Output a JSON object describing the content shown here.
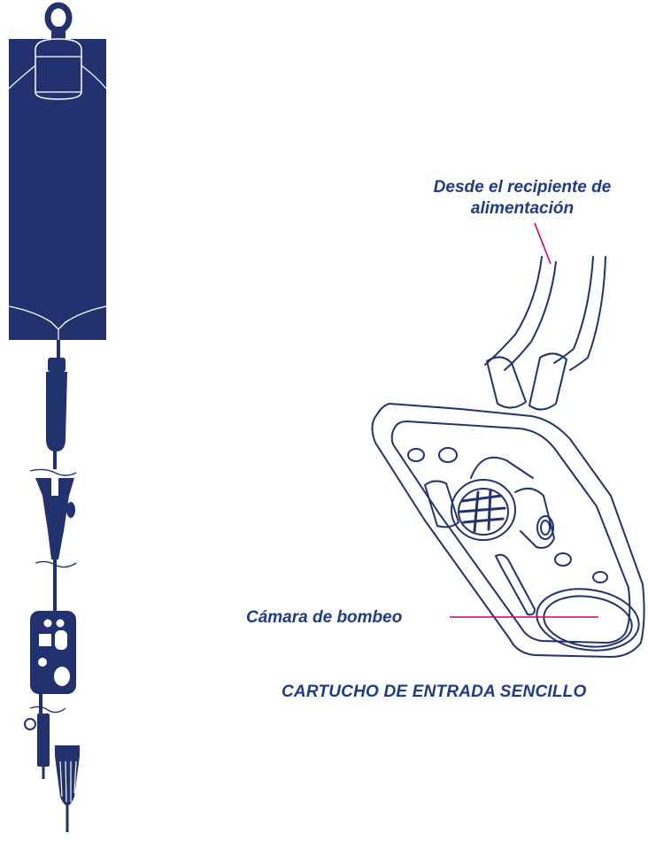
{
  "labels": {
    "source_line1": "Desde el recipiente de",
    "source_line2": "alimentación",
    "pump_chamber": "Cámara de bombeo",
    "caption": "CARTUCHO DE ENTRADA SENCILLO"
  },
  "colors": {
    "navy": "#22326e",
    "label_blue": "#1e3a8a",
    "leader_magenta": "#d4006a"
  }
}
